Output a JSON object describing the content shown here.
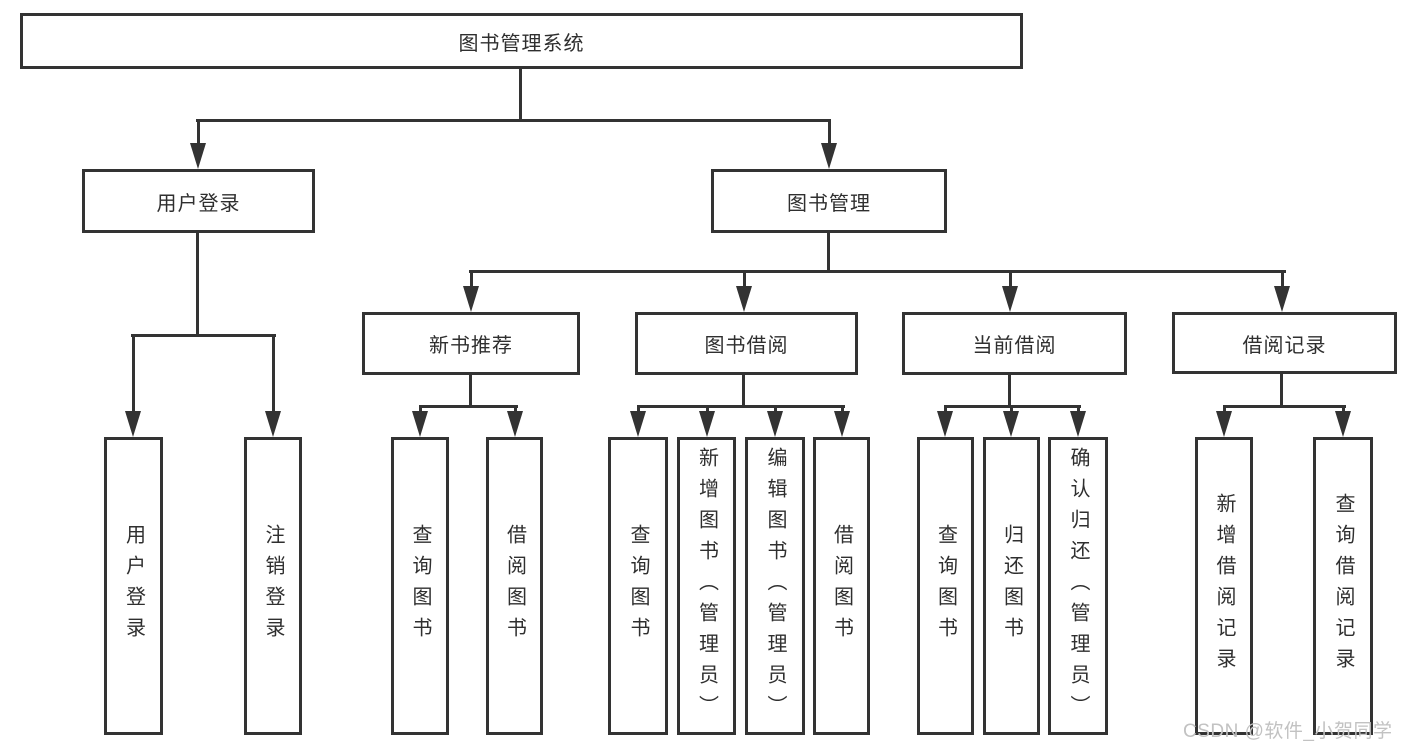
{
  "diagram": {
    "root": {
      "label": "图书管理系统"
    },
    "level2": {
      "user_login": "用户登录",
      "book_management": "图书管理"
    },
    "level3": {
      "new_books": "新书推荐",
      "book_borrowing": "图书借阅",
      "current_borrowing": "当前借阅",
      "borrowing_records": "借阅记录"
    },
    "leaves": {
      "user_login": "用户登录",
      "logout": "注销登录",
      "nb_query_books": "查询图书",
      "nb_borrow_books": "借阅图书",
      "bb_query_books": "查询图书",
      "bb_add_books": "新增图书（管理员）",
      "bb_edit_books": "编辑图书（管理员）",
      "bb_borrow_books": "借阅图书",
      "cb_query_books": "查询图书",
      "cb_return_books": "归还图书",
      "cb_confirm_return": "确认归还（管理员）",
      "br_add_record": "新增借阅记录",
      "br_query_record": "查询借阅记录"
    }
  },
  "watermark": {
    "text": "CSDN @软件_小贺同学"
  },
  "colors": {
    "line": "#333333",
    "text": "#2f2f2f",
    "watermark": "#c2c2c2",
    "background": "#ffffff"
  }
}
